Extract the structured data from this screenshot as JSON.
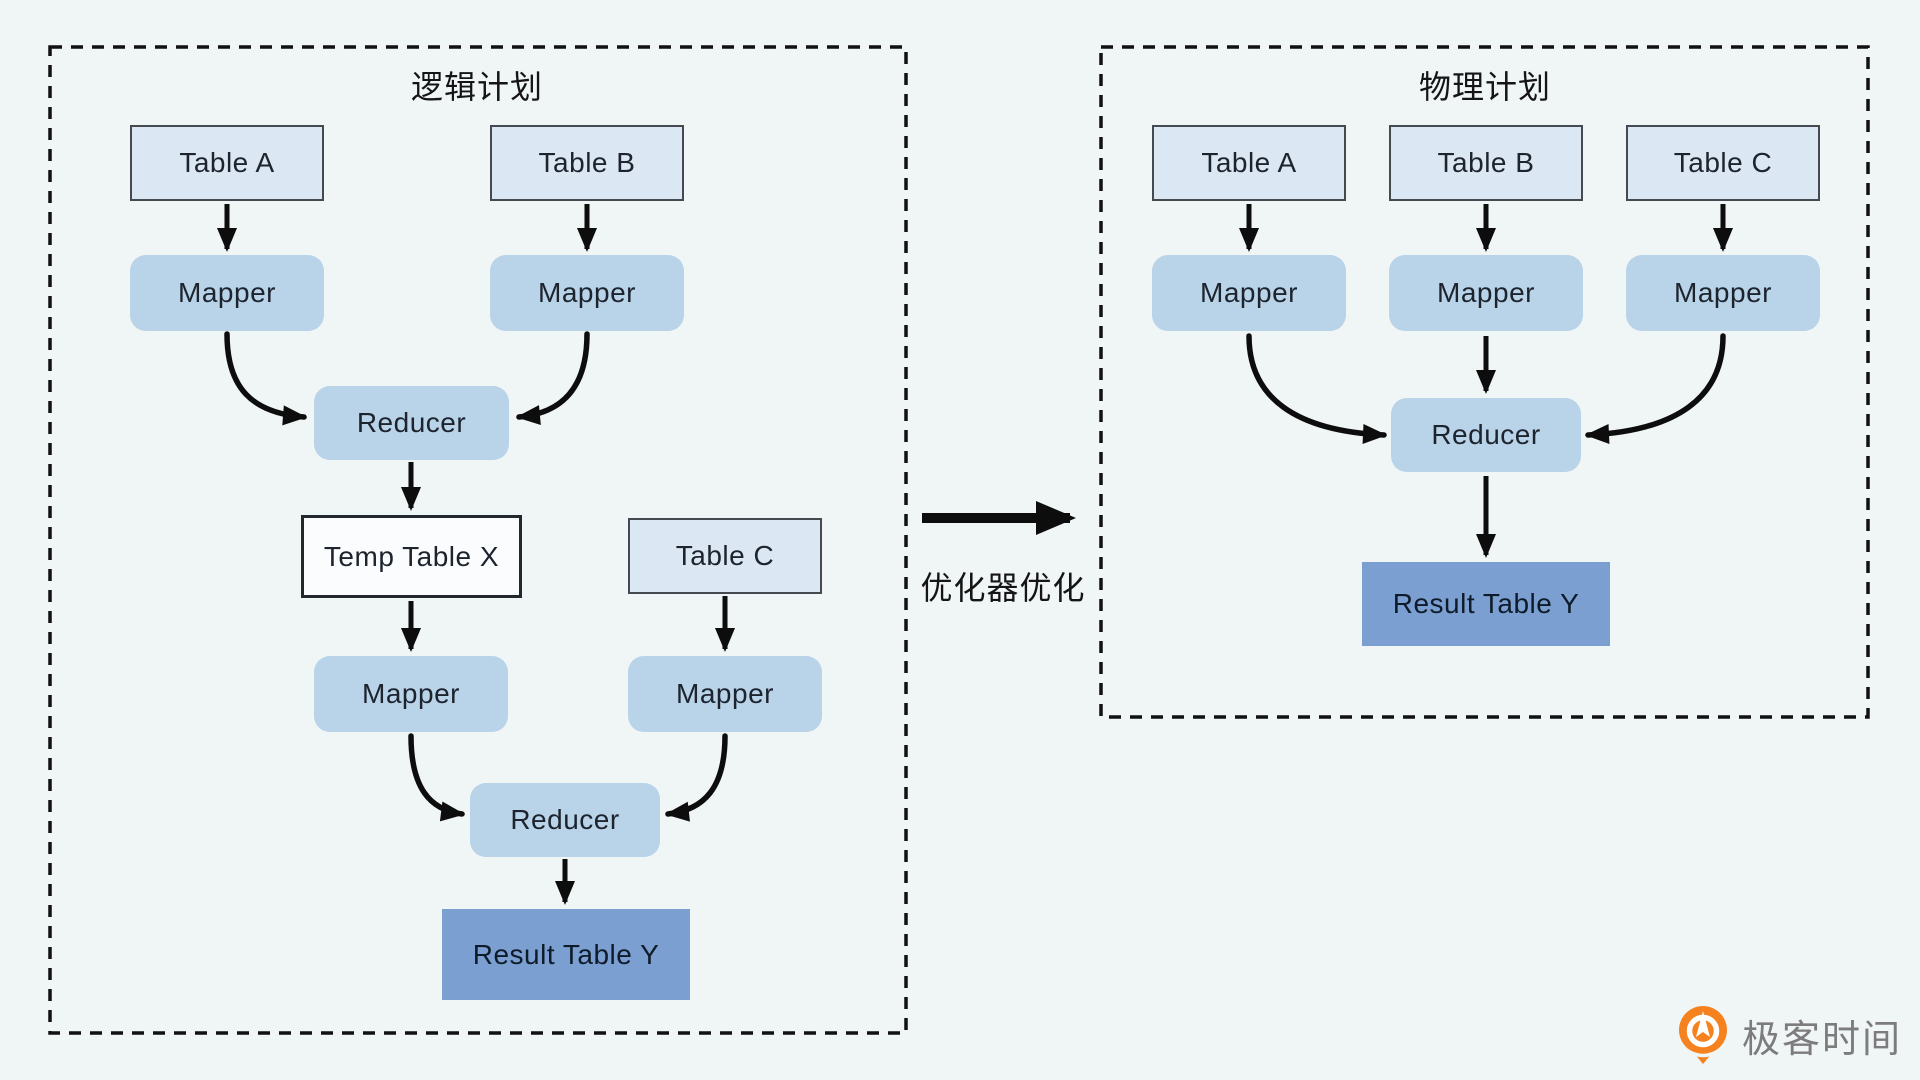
{
  "palette": {
    "bg": "#f0f5f6",
    "ink": "#1d242e",
    "line": "#0d0d0d",
    "table-fill": "#dbe7f2",
    "table-border": "#454a51",
    "proc-fill": "#b9d3e9",
    "temp-fill": "#fbfcfd",
    "temp-border": "#23282d",
    "result-fill": "#7b9fd0",
    "result-ink": "#0e1b2a",
    "brand-orange": "#f5821f",
    "brand-gray": "#7c7c7c"
  },
  "panels": {
    "logical": {
      "title": "逻辑计划"
    },
    "physical": {
      "title": "物理计划"
    }
  },
  "transition": {
    "label": "优化器优化"
  },
  "nodes": {
    "logical": {
      "table_a": "Table A",
      "table_b": "Table B",
      "mapper_a": "Mapper",
      "mapper_b": "Mapper",
      "reducer_1": "Reducer",
      "temp_table_x": "Temp Table X",
      "table_c": "Table C",
      "mapper_x": "Mapper",
      "mapper_c": "Mapper",
      "reducer_2": "Reducer",
      "result_table_y": "Result Table Y"
    },
    "physical": {
      "table_a": "Table A",
      "table_b": "Table B",
      "table_c": "Table C",
      "mapper_a": "Mapper",
      "mapper_b": "Mapper",
      "mapper_c": "Mapper",
      "reducer": "Reducer",
      "result_table_y": "Result Table Y"
    }
  },
  "watermark": {
    "brand": "极客时间"
  }
}
